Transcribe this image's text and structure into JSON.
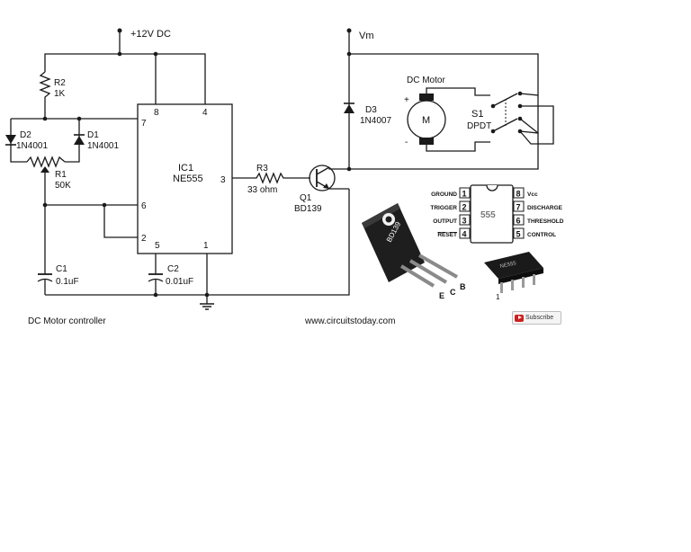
{
  "supply": {
    "vcc": "+12V DC",
    "vm": "Vm"
  },
  "ic": {
    "ref": "IC1",
    "part": "NE555",
    "pins": {
      "p1": "1",
      "p2": "2",
      "p3": "3",
      "p4": "4",
      "p5": "5",
      "p6": "6",
      "p7": "7",
      "p8": "8"
    }
  },
  "r2": {
    "ref": "R2",
    "value": "1K"
  },
  "r1": {
    "ref": "R1",
    "value": "50K"
  },
  "r3": {
    "ref": "R3",
    "value": "33 ohm"
  },
  "d1": {
    "ref": "D1",
    "part": "1N4001"
  },
  "d2": {
    "ref": "D2",
    "part": "1N4001"
  },
  "d3": {
    "ref": "D3",
    "part": "1N4007"
  },
  "c1": {
    "ref": "C1",
    "value": "0.1uF"
  },
  "c2": {
    "ref": "C2",
    "value": "0.01uF"
  },
  "q1": {
    "ref": "Q1",
    "part": "BD139",
    "pin_e": "E",
    "pin_c": "C",
    "pin_b": "B",
    "body_label": "BD139"
  },
  "motor": {
    "label": "DC Motor",
    "symbol": "M",
    "plus": "+",
    "minus": "-"
  },
  "s1": {
    "ref": "S1",
    "part": "DPDT"
  },
  "pinout": {
    "chip_label": "555",
    "left": [
      {
        "num": "1",
        "name": "GROUND"
      },
      {
        "num": "2",
        "name": "TRIGGER"
      },
      {
        "num": "3",
        "name": "OUTPUT"
      },
      {
        "num": "4",
        "name": "RESET"
      }
    ],
    "right": [
      {
        "num": "8",
        "name": "Vcc"
      },
      {
        "num": "7",
        "name": "DISCHARGE"
      },
      {
        "num": "6",
        "name": "THRESHOLD"
      },
      {
        "num": "5",
        "name": "CONTROL"
      }
    ],
    "photo_text": "NE555",
    "photo_pin1": "1"
  },
  "caption": "DC Motor controller",
  "website": "www.circuitstoday.com",
  "subscribe": "Subscribe",
  "colors": {
    "subscribe_red": "#cc1f1f",
    "wire": "#1a1a1a",
    "chip": "#222222"
  }
}
